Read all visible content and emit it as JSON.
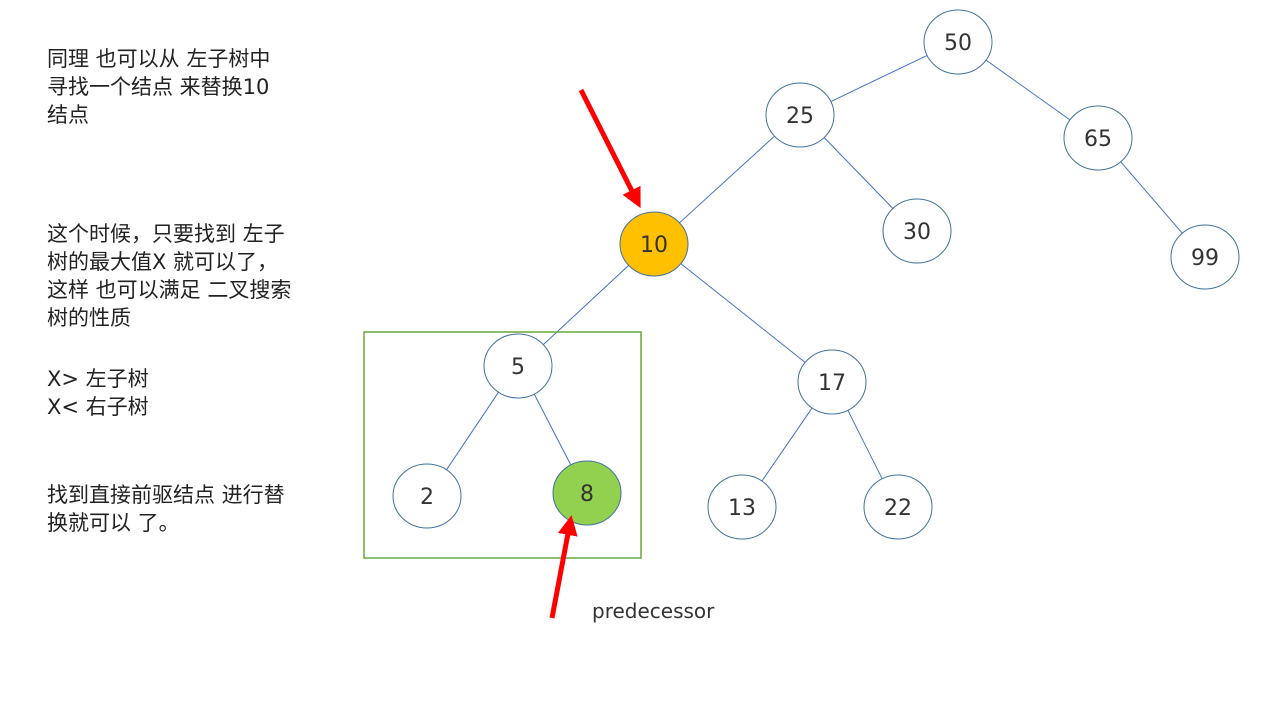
{
  "notes": {
    "note1": "同理  也可以从 左子树中\n寻找一个结点  来替换10\n结点",
    "note2": "这个时候，只要找到 左子\n树的最大值X 就可以了，\n这样 也可以满足 二叉搜索\n树的性质",
    "note3": "X> 左子树\nX< 右子树",
    "note4": "找到直接前驱结点 进行替\n换就可以 了。"
  },
  "tree": {
    "nodes": [
      {
        "id": "50",
        "label": "50"
      },
      {
        "id": "25",
        "label": "25"
      },
      {
        "id": "65",
        "label": "65"
      },
      {
        "id": "10",
        "label": "10",
        "highlight": "#FFC000"
      },
      {
        "id": "30",
        "label": "30"
      },
      {
        "id": "99",
        "label": "99"
      },
      {
        "id": "5",
        "label": "5"
      },
      {
        "id": "17",
        "label": "17"
      },
      {
        "id": "2",
        "label": "2"
      },
      {
        "id": "8",
        "label": "8",
        "highlight": "#92D050"
      },
      {
        "id": "13",
        "label": "13"
      },
      {
        "id": "22",
        "label": "22"
      }
    ],
    "edges": [
      [
        "50",
        "25"
      ],
      [
        "50",
        "65"
      ],
      [
        "25",
        "10"
      ],
      [
        "25",
        "30"
      ],
      [
        "65",
        "99"
      ],
      [
        "10",
        "5"
      ],
      [
        "10",
        "17"
      ],
      [
        "5",
        "2"
      ],
      [
        "5",
        "8"
      ],
      [
        "17",
        "13"
      ],
      [
        "17",
        "22"
      ]
    ]
  },
  "predecessor_label": "predecessor",
  "colors": {
    "node_stroke": "#41719C",
    "edge": "#4472C4",
    "arrow": "#FF0000",
    "box": "#70AD47",
    "target_fill": "#FFC000",
    "predecessor_fill": "#92D050"
  }
}
